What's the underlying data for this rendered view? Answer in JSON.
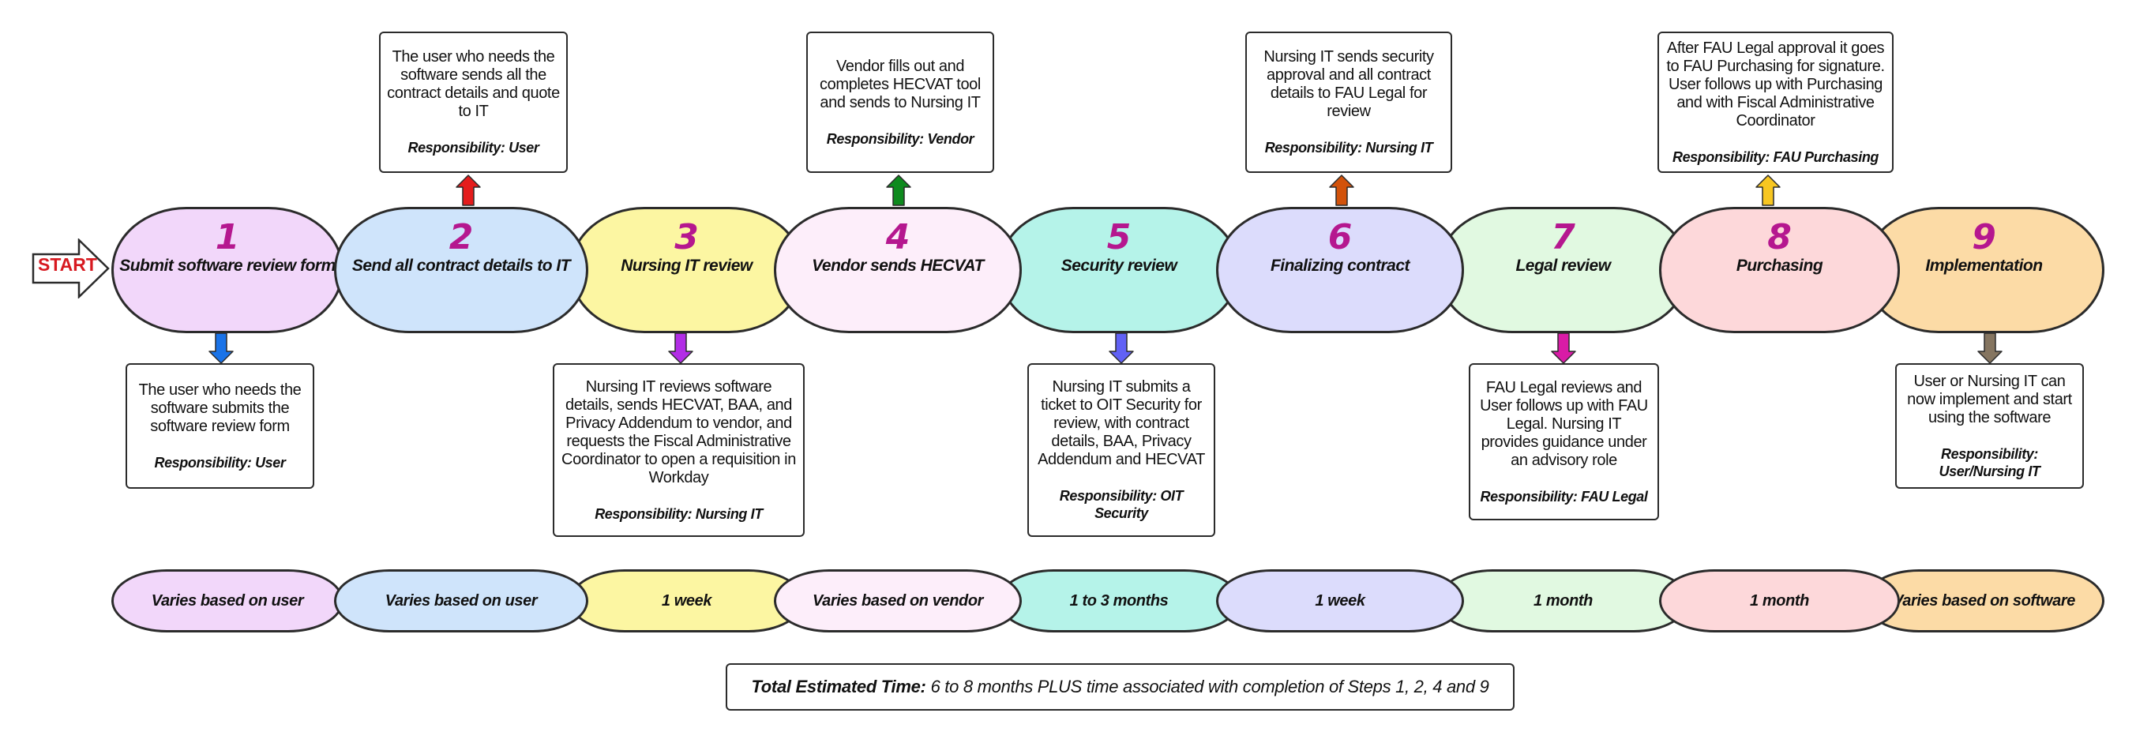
{
  "start_label": "START",
  "steps": [
    {
      "number": "1",
      "label": "Submit software review form",
      "color": "#f2d7fa",
      "arrow_color": "#1a73e8",
      "arrow_dir": "down",
      "detail": "The user who needs the software submits the software review form",
      "responsibility": "Responsibility: User",
      "duration": "Varies based on user"
    },
    {
      "number": "2",
      "label": "Send all contract details to IT",
      "color": "#cfe4fb",
      "arrow_color": "#e41c1c",
      "arrow_dir": "up",
      "detail": "The user who needs the software sends all the contract details and quote to IT",
      "responsibility": "Responsibility: User",
      "duration": "Varies based on user"
    },
    {
      "number": "3",
      "label": "Nursing IT review",
      "color": "#fcf6a2",
      "arrow_color": "#b22de6",
      "arrow_dir": "down",
      "detail": "Nursing IT reviews software details, sends HECVAT, BAA, and Privacy Addendum to vendor, and requests the Fiscal Administrative Coordinator to open a requisition in Workday",
      "responsibility": "Responsibility: Nursing IT",
      "duration": "1 week"
    },
    {
      "number": "4",
      "label": "Vendor sends HECVAT",
      "color": "#fdeefa",
      "arrow_color": "#0e8a1e",
      "arrow_dir": "up",
      "detail": "Vendor fills out and completes HECVAT tool and sends to Nursing IT",
      "responsibility": "Responsibility: Vendor",
      "duration": "Varies based on vendor"
    },
    {
      "number": "5",
      "label": "Security review",
      "color": "#b5f3e9",
      "arrow_color": "#6161f5",
      "arrow_dir": "down",
      "detail": "Nursing IT submits a ticket to OIT Security for review, with contract details, BAA, Privacy Addendum and HECVAT",
      "responsibility": "Responsibility: OIT Security",
      "duration": "1 to 3 months"
    },
    {
      "number": "6",
      "label": "Finalizing contract",
      "color": "#dcdcfc",
      "arrow_color": "#d2520a",
      "arrow_dir": "up",
      "detail": "Nursing IT sends security approval and all contract details to FAU Legal for review",
      "responsibility": "Responsibility: Nursing IT",
      "duration": "1 week"
    },
    {
      "number": "7",
      "label": "Legal review",
      "color": "#e1f9e1",
      "arrow_color": "#d91ba6",
      "arrow_dir": "down",
      "detail": "FAU Legal reviews and User follows up with FAU Legal. Nursing IT provides guidance under an advisory role",
      "responsibility": "Responsibility: FAU Legal",
      "duration": "1 month"
    },
    {
      "number": "8",
      "label": "Purchasing",
      "color": "#fdd8da",
      "arrow_color": "#f7c621",
      "arrow_dir": "up",
      "detail": "After FAU Legal approval it goes to FAU Purchasing for signature. User follows up with Purchasing and with Fiscal Administrative Coordinator",
      "responsibility": "Responsibility: FAU Purchasing",
      "duration": "1 month"
    },
    {
      "number": "9",
      "label": "Implementation",
      "color": "#fcdba6",
      "arrow_color": "#857560",
      "arrow_dir": "down",
      "detail": "User or Nursing IT can now implement and start using the software",
      "responsibility": "Responsibility: User/Nursing IT",
      "duration": "Varies based on software"
    }
  ],
  "total": {
    "label": "Total Estimated Time:",
    "value": "6 to 8 months PLUS time associated with completion of Steps 1, 2, 4 and 9"
  }
}
